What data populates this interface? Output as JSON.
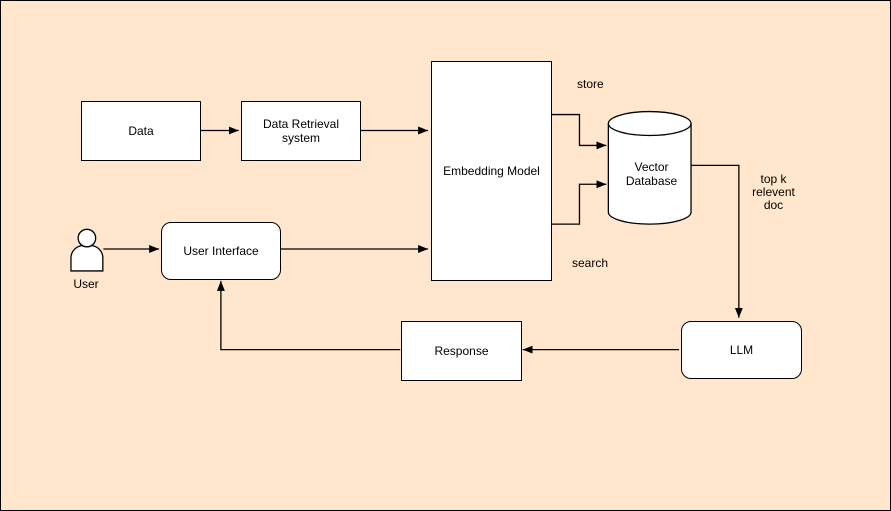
{
  "canvas": {
    "background_color": "#FFE6CC",
    "border_color": "#000000",
    "shape_fill_color": "#FFFFFF",
    "stroke_color": "#000000"
  },
  "nodes": {
    "data": {
      "label": "Data",
      "shape": "rectangle"
    },
    "data_retrieval_system": {
      "label": "Data Retrieval system",
      "shape": "rectangle"
    },
    "embedding_model": {
      "label": "Embedding Model",
      "shape": "rectangle"
    },
    "vector_database": {
      "label": "Vector Database",
      "shape": "cylinder"
    },
    "user": {
      "label": "User",
      "shape": "actor"
    },
    "user_interface": {
      "label": "User Interface",
      "shape": "rounded-rectangle"
    },
    "response": {
      "label": "Response",
      "shape": "rectangle"
    },
    "llm": {
      "label": "LLM",
      "shape": "rounded-rectangle"
    }
  },
  "edges": [
    {
      "from": "Data",
      "to": "Data Retrieval system",
      "label": ""
    },
    {
      "from": "Data Retrieval system",
      "to": "Embedding Model",
      "label": ""
    },
    {
      "from": "Embedding Model",
      "to": "Vector Database",
      "label": "store"
    },
    {
      "from": "Embedding Model",
      "to": "Vector Database",
      "label": "search"
    },
    {
      "from": "Vector Database",
      "to": "LLM",
      "label": "top k relevent doc"
    },
    {
      "from": "LLM",
      "to": "Response",
      "label": ""
    },
    {
      "from": "Response",
      "to": "User Interface",
      "label": ""
    },
    {
      "from": "User",
      "to": "User Interface",
      "label": ""
    },
    {
      "from": "User Interface",
      "to": "Embedding Model",
      "label": ""
    }
  ]
}
